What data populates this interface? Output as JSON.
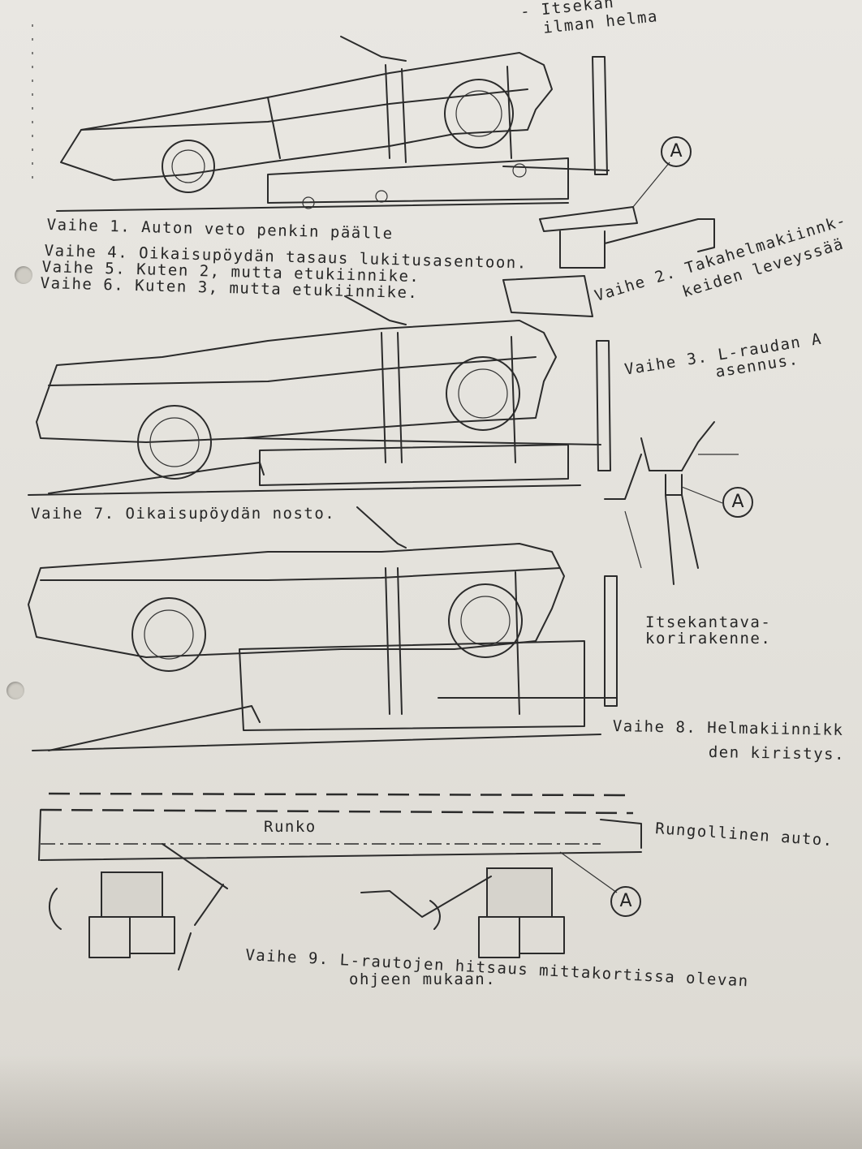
{
  "header": {
    "line1": "- Itsekan",
    "line2": "ilman helma"
  },
  "steps": {
    "step1": "Vaihe 1. Auton veto penkin päälle",
    "step4": "Vaihe 4. Oikaisupöydän tasaus lukitusasentoon.",
    "step5": "Vaihe 5. Kuten 2, mutta etukiinnike.",
    "step6": "Vaihe 6. Kuten 3, mutta etukiinnike.",
    "step2_a": "Vaihe 2. Takahelmakiinnk-",
    "step2_b": "keiden leveyssää",
    "step3_a": "Vaihe 3. L-raudan A",
    "step3_b": "asennus.",
    "step7": "Vaihe 7. Oikaisupöydän nosto.",
    "unibody_a": "Itsekantava-",
    "unibody_b": "korirakenne.",
    "step8_a": "Vaihe 8. Helmakiinnikk",
    "step8_b": "den kiristys.",
    "frame": "Runko",
    "frame_car": "Rungollinen auto.",
    "step9_a": "Vaihe 9. L-rautojen hitsaus mittakortissa olevan",
    "step9_b": "ohjeen mukaan."
  },
  "callouts": {
    "label": "A"
  },
  "colors": {
    "paper": "#e4e1da",
    "ink": "#2b2b2b"
  }
}
